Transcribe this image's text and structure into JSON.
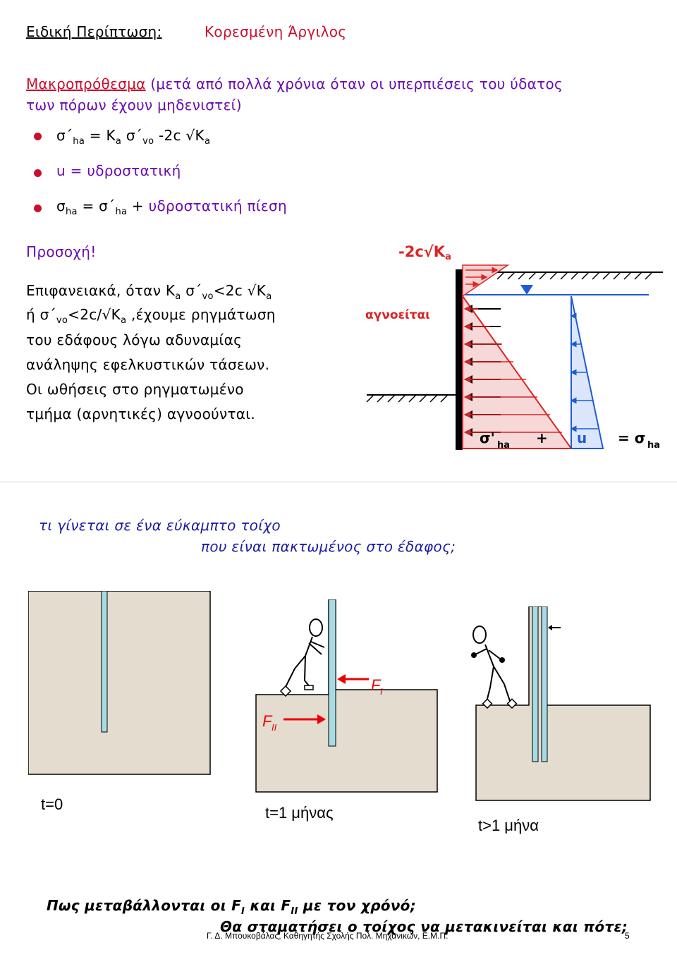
{
  "slide1": {
    "heading_label": "Ειδική Περίπτωση:",
    "heading_topic": "Κορεσμένη Άργιλος",
    "long_term_link": "Μακροπρόθεσμα",
    "long_term_rest1": " (μετά από πολλά χρόνια όταν οι υπερπιέσεις του ύδατος",
    "long_term_rest2": "των πόρων έχουν μηδενιστεί)",
    "bullets": [
      {
        "text": "σ΄ha = Ka σ΄vo -2c √Ka"
      },
      {
        "text": "u = υδροστατική"
      },
      {
        "text": "σha = σ΄ha + υδροστατική πίεση"
      }
    ],
    "attention": "Προσοχή!",
    "para_line1": "Επιφανειακά, όταν Ka σ΄vo<2c √Ka",
    "para_line2": "ή σ΄vo<2c/√Ka ,έχουμε ρηγμάτωση",
    "para_line3": "του εδάφους λόγω αδυναμίας",
    "para_line4": "ανάληψης εφελκυστικών τάσεων.",
    "para_line5": "Οι ωθήσεις στο ρηγματωμένο",
    "para_line6": "τμήμα (αρνητικές) αγνοούνται.",
    "fig": {
      "top_label": "-2c√Ka",
      "ignored_label": "αγνοείται",
      "bottom_label": "σ'ha  +  u  = σha"
    }
  },
  "slide2": {
    "question_line1": "τι γίνεται σε ένα εύκαμπτο τοίχο",
    "question_line2": "που είναι πακτωμένος στο έδαφος;",
    "panels": [
      {
        "time_label": "t=0"
      },
      {
        "time_label": "t=1 μήνας",
        "force_upper": "F",
        "force_upper_sub": "I",
        "force_lower": "F",
        "force_lower_sub": "II"
      },
      {
        "time_label": "t>1 μήνα"
      }
    ],
    "bottom_q1": "Πως μεταβάλλονται οι F",
    "bottom_q1_sub1": "I",
    "bottom_q1_mid": " και F",
    "bottom_q1_sub2": "II",
    "bottom_q1_end": " με τον χρόνό;",
    "bottom_q2": "Θα σταματήσει ο τοίχος να μετακινείται και πότε;",
    "footer": "Γ. Δ. Μπουκοβάλας, Καθηγητής Σχολής Πολ. Μηχανικών, Ε.Μ.Π.",
    "page_number": "5"
  },
  "colors": {
    "red": "#c8102e",
    "purple": "#6a0dad",
    "soil": "#e3dccf",
    "wall": "#a8dce4"
  }
}
